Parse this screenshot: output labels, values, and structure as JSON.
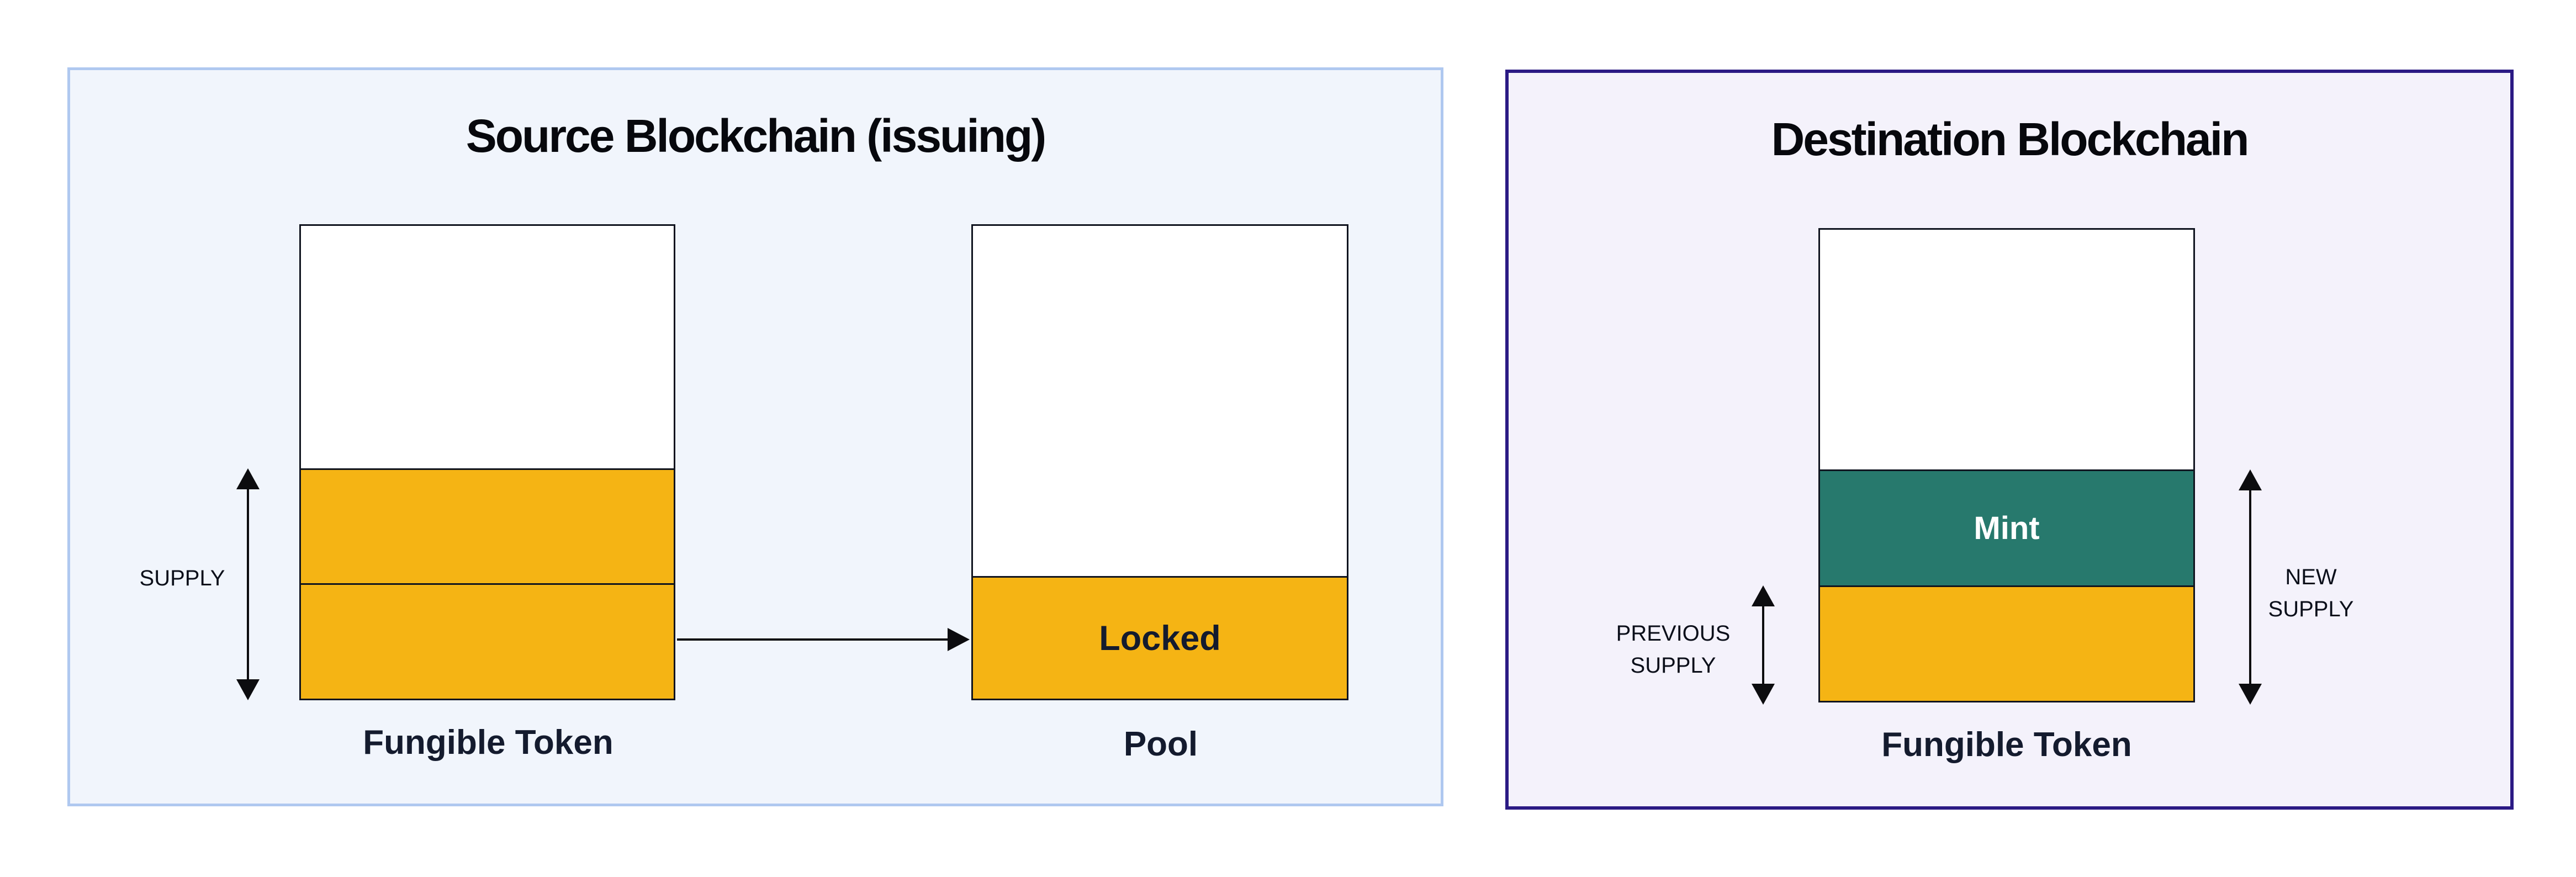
{
  "colors": {
    "token_yellow": "#F5B414",
    "mint_teal": "#27796D",
    "outline_dark": "#10141F",
    "arrow_black": "#0C0C0F",
    "source_panel_bg": "#F1F5FC",
    "source_panel_border": "#AFC8F0",
    "dest_panel_bg": "#F4F2FB",
    "dest_panel_border": "#2B1A84",
    "label_dark": "#141B2E",
    "title_dark": "#07080D"
  },
  "source": {
    "title": "Source Blockchain (issuing)",
    "supply_label": "SUPPLY",
    "fungible_token_label": "Fungible Token",
    "pool_label": "Pool",
    "locked_label": "Locked"
  },
  "destination": {
    "title": "Destination Blockchain",
    "previous_supply_lines": [
      "PREVIOUS",
      "SUPPLY"
    ],
    "new_supply_lines": [
      "NEW",
      "SUPPLY"
    ],
    "mint_label": "Mint",
    "fungible_token_label": "Fungible Token"
  }
}
